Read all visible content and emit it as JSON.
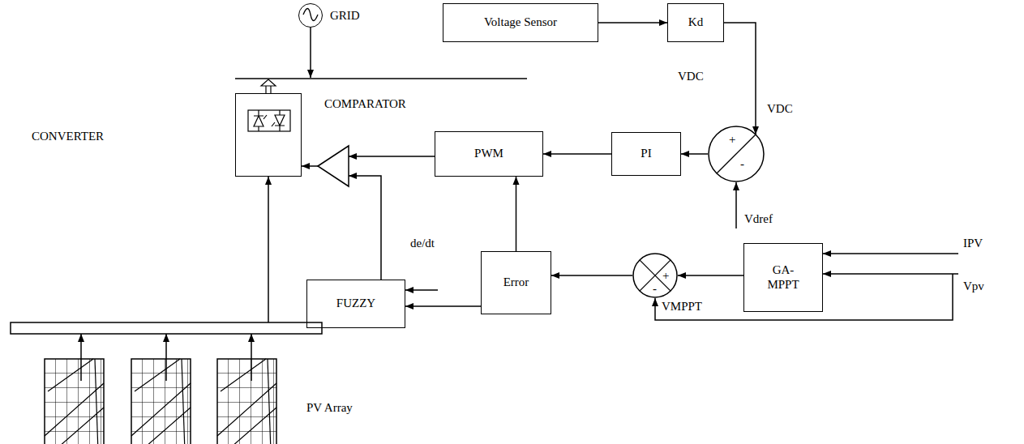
{
  "diagram": {
    "nodes": [
      {
        "text": [
          "GRID"
        ]
      },
      {
        "text": [
          "Voltage Sensor"
        ]
      },
      {
        "text": [
          "Kd"
        ]
      },
      {
        "text": [
          "CONVERTER"
        ]
      },
      {
        "text": [
          "COMPARATOR"
        ]
      },
      {
        "text": [
          "PWM"
        ]
      },
      {
        "text": [
          "PI"
        ]
      },
      {
        "text": [
          "+",
          "-"
        ]
      },
      {
        "text": [
          "GA- MPPT"
        ]
      },
      {
        "text": [
          "+",
          "-"
        ]
      },
      {
        "text": [
          "Error"
        ]
      },
      {
        "text": [
          "FUZZY"
        ]
      }
    ],
    "edges": [
      {
        "from": 1,
        "to": 2,
        "arrow": "to"
      },
      {
        "from": 2,
        "to": 7,
        "arrow": "to"
      },
      {
        "from": 7,
        "to": 6,
        "arrow": "to"
      },
      {
        "from": 6,
        "to": 5,
        "arrow": "to"
      },
      {
        "from": 5,
        "to": 4,
        "arrow": "to"
      },
      {
        "from": 11,
        "to": 4,
        "arrow": "to"
      },
      {
        "from": 4,
        "to": 3,
        "arrow": "to"
      },
      {
        "from": 10,
        "to": 5,
        "arrow": "to"
      },
      {
        "from": 10,
        "to": 11,
        "arrow": "to"
      },
      {
        "from": 9,
        "to": 10,
        "arrow": "to"
      },
      {
        "from": 8,
        "to": 9,
        "arrow": "to"
      }
    ],
    "labels": [
      "VDC",
      "VDC",
      "Vdref",
      "IPV",
      "Vpv",
      "VMPPT",
      "de/dt",
      "PV Array"
    ]
  }
}
